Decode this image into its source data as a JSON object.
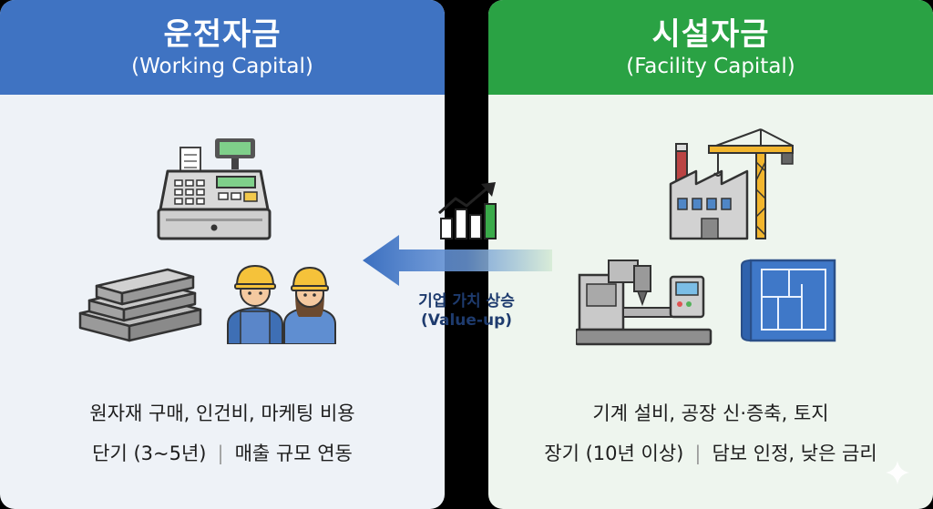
{
  "working": {
    "title": "운전자금",
    "subtitle": "(Working Capital)",
    "line1": "원자재 구매, 인건비, 마케팅 비용",
    "line2_a": "단기 (3~5년)",
    "line2_sep": "|",
    "line2_b": "매출 규모 연동"
  },
  "facility": {
    "title": "시설자금",
    "subtitle": "(Facility Capital)",
    "line1": "기계 설비, 공장 신·증축, 토지",
    "line2_a": "장기 (10년 이상)",
    "line2_sep": "|",
    "line2_b": "담보 인정, 낮은 금리"
  },
  "center": {
    "label": "기업 가치 상승",
    "sublabel": "(Value-up)"
  },
  "colors": {
    "working_header": "#3f73c2",
    "facility_header": "#2aa244",
    "working_bg": "#eef2f7",
    "facility_bg": "#eef5ee",
    "arrow": "#3b6fc0"
  },
  "icons": [
    "cash-register-icon",
    "lumber-stack-icon",
    "workers-icon",
    "growth-chart-icon",
    "factory-crane-icon",
    "machine-tool-icon",
    "blueprint-icon"
  ]
}
